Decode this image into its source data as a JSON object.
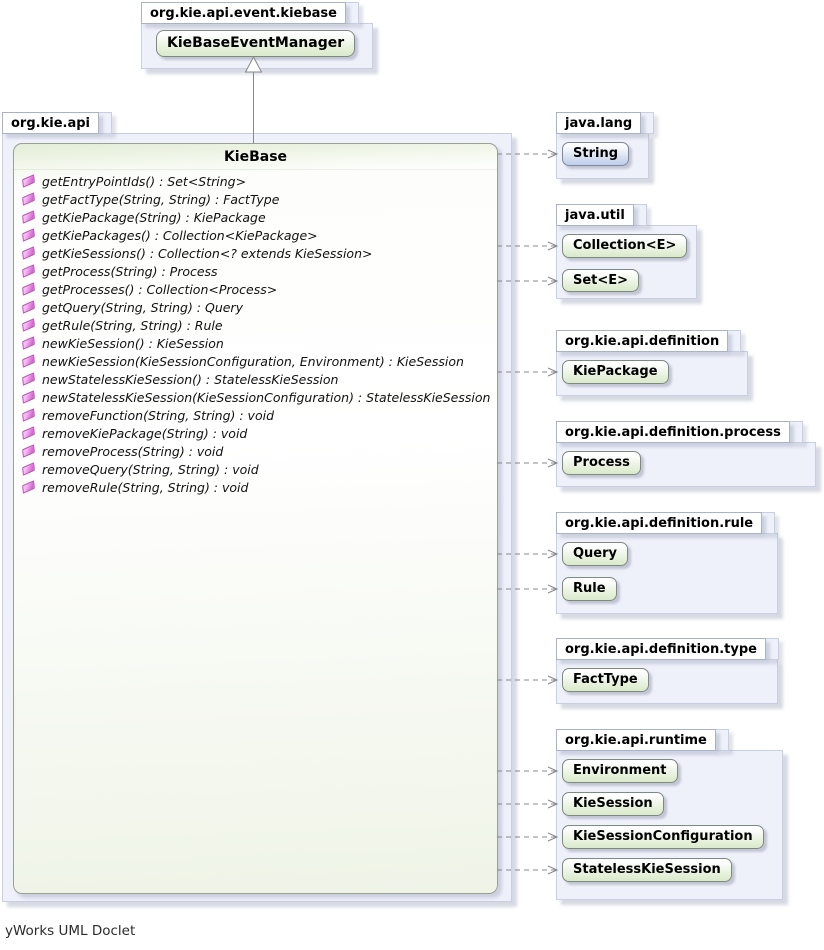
{
  "credit": "yWorks UML Doclet",
  "colors": {
    "interface_fill": "#dcebcd",
    "class_fill": "#c4d1ea",
    "package_fill": "#eef0fa",
    "edge_color": "#888888",
    "method_icon_pink": "#d665d2"
  },
  "packages": {
    "event_kiebase": {
      "name": "org.kie.api.event.kiebase",
      "classes": {
        "kiebase_event_manager": "KieBaseEventManager"
      }
    },
    "org_kie_api": {
      "name": "org.kie.api"
    },
    "java_lang": {
      "name": "java.lang",
      "classes": {
        "string": "String"
      }
    },
    "java_util": {
      "name": "java.util",
      "classes": {
        "collection": "Collection<E>",
        "set": "Set<E>"
      }
    },
    "definition": {
      "name": "org.kie.api.definition",
      "classes": {
        "kie_package": "KiePackage"
      }
    },
    "definition_process": {
      "name": "org.kie.api.definition.process",
      "classes": {
        "process": "Process"
      }
    },
    "definition_rule": {
      "name": "org.kie.api.definition.rule",
      "classes": {
        "query": "Query",
        "rule": "Rule"
      }
    },
    "definition_type": {
      "name": "org.kie.api.definition.type",
      "classes": {
        "fact_type": "FactType"
      }
    },
    "runtime": {
      "name": "org.kie.api.runtime",
      "classes": {
        "environment": "Environment",
        "kie_session": "KieSession",
        "kie_session_configuration": "KieSessionConfiguration",
        "stateless_kie_session": "StatelessKieSession"
      }
    }
  },
  "kiebase": {
    "title": "KieBase",
    "methods": [
      "getEntryPointIds() : Set<String>",
      "getFactType(String, String) : FactType",
      "getKiePackage(String) : KiePackage",
      "getKiePackages() : Collection<KiePackage>",
      "getKieSessions() : Collection<? extends KieSession>",
      "getProcess(String) : Process",
      "getProcesses() : Collection<Process>",
      "getQuery(String, String) : Query",
      "getRule(String, String) : Rule",
      "newKieSession() : KieSession",
      "newKieSession(KieSessionConfiguration, Environment) : KieSession",
      "newStatelessKieSession() : StatelessKieSession",
      "newStatelessKieSession(KieSessionConfiguration) : StatelessKieSession",
      "removeFunction(String, String) : void",
      "removeKiePackage(String) : void",
      "removeProcess(String) : void",
      "removeQuery(String, String) : void",
      "removeRule(String, String) : void"
    ]
  },
  "edges": {
    "generalization": [
      {
        "from": "KieBase",
        "to": "KieBaseEventManager"
      }
    ],
    "dependencies": [
      {
        "from": "KieBase",
        "to": "String"
      },
      {
        "from": "KieBase",
        "to": "Collection<E>"
      },
      {
        "from": "KieBase",
        "to": "Set<E>"
      },
      {
        "from": "KieBase",
        "to": "KiePackage"
      },
      {
        "from": "KieBase",
        "to": "Process"
      },
      {
        "from": "KieBase",
        "to": "Query"
      },
      {
        "from": "KieBase",
        "to": "Rule"
      },
      {
        "from": "KieBase",
        "to": "FactType"
      },
      {
        "from": "KieBase",
        "to": "Environment"
      },
      {
        "from": "KieBase",
        "to": "KieSession"
      },
      {
        "from": "KieBase",
        "to": "KieSessionConfiguration"
      },
      {
        "from": "KieBase",
        "to": "StatelessKieSession"
      }
    ]
  }
}
